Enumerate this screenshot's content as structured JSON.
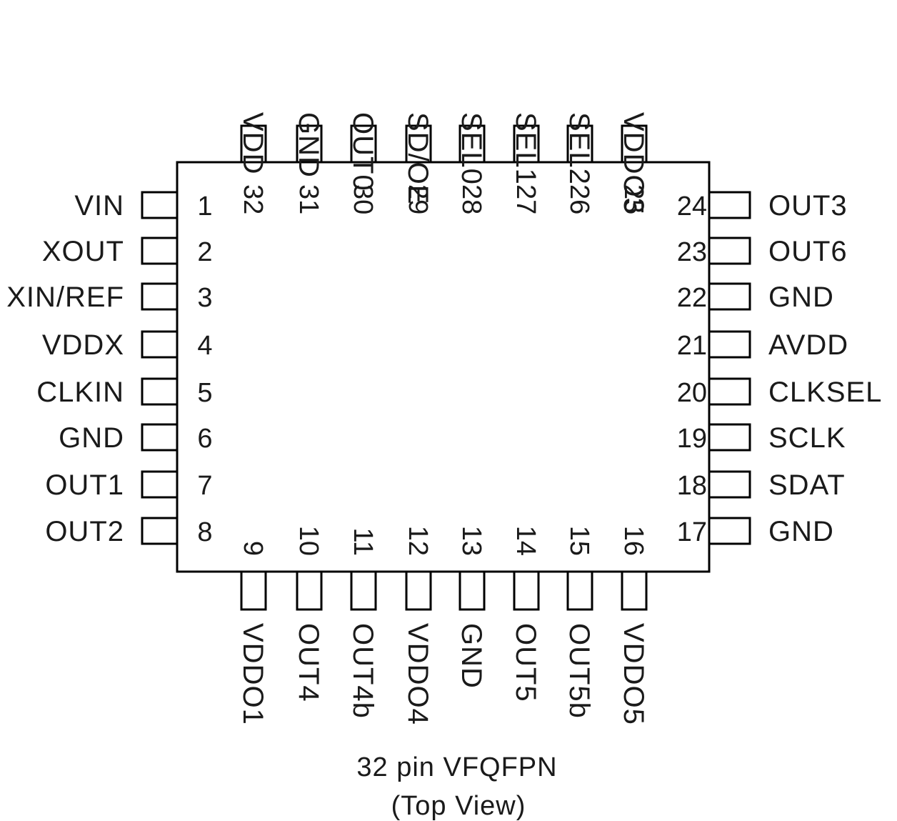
{
  "package": {
    "caption_line1": "32 pin VFQFPN",
    "caption_line2": "(Top View)"
  },
  "pins": {
    "left": [
      {
        "num": "1",
        "name": "VIN"
      },
      {
        "num": "2",
        "name": "XOUT"
      },
      {
        "num": "3",
        "name": "XIN/REF"
      },
      {
        "num": "4",
        "name": "VDDX"
      },
      {
        "num": "5",
        "name": "CLKIN"
      },
      {
        "num": "6",
        "name": "GND"
      },
      {
        "num": "7",
        "name": "OUT1"
      },
      {
        "num": "8",
        "name": "OUT2"
      }
    ],
    "bottom": [
      {
        "num": "9",
        "name": "VDDO1"
      },
      {
        "num": "10",
        "name": "OUT4"
      },
      {
        "num": "11",
        "name": "OUT4b"
      },
      {
        "num": "12",
        "name": "VDDO4"
      },
      {
        "num": "13",
        "name": "GND"
      },
      {
        "num": "14",
        "name": "OUT5"
      },
      {
        "num": "15",
        "name": "OUT5b"
      },
      {
        "num": "16",
        "name": "VDDO5"
      }
    ],
    "right": [
      {
        "num": "24",
        "name": "OUT3"
      },
      {
        "num": "23",
        "name": "OUT6"
      },
      {
        "num": "22",
        "name": "GND"
      },
      {
        "num": "21",
        "name": "AVDD"
      },
      {
        "num": "20",
        "name": "CLKSEL"
      },
      {
        "num": "19",
        "name": "SCLK"
      },
      {
        "num": "18",
        "name": "SDAT"
      },
      {
        "num": "17",
        "name": "GND"
      }
    ],
    "top": [
      {
        "num": "32",
        "name": "VDD"
      },
      {
        "num": "31",
        "name": "GND"
      },
      {
        "num": "30",
        "name": "OUT0"
      },
      {
        "num": "29",
        "name": "SD/OE"
      },
      {
        "num": "28",
        "name": "SEL0"
      },
      {
        "num": "27",
        "name": "SEL1"
      },
      {
        "num": "26",
        "name": "SEL2"
      },
      {
        "num": "25",
        "name": "VDDO3"
      }
    ]
  }
}
